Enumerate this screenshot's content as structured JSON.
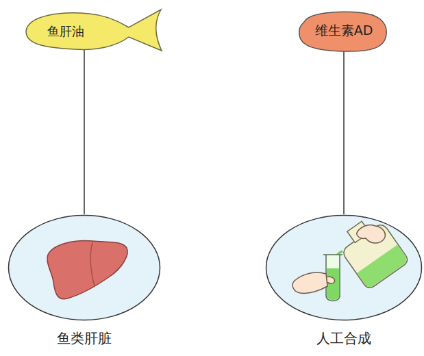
{
  "diagram": {
    "nodes": [
      {
        "text": [
          "鱼肝油"
        ]
      },
      {
        "text": [
          "维生素AD"
        ]
      },
      {
        "text": [
          "鱼类肝脏"
        ]
      },
      {
        "text": [
          "人工合成"
        ]
      }
    ],
    "edges": [
      {
        "from": 0,
        "to": 2,
        "arrow": "none"
      },
      {
        "from": 1,
        "to": 3,
        "arrow": "none"
      }
    ]
  }
}
